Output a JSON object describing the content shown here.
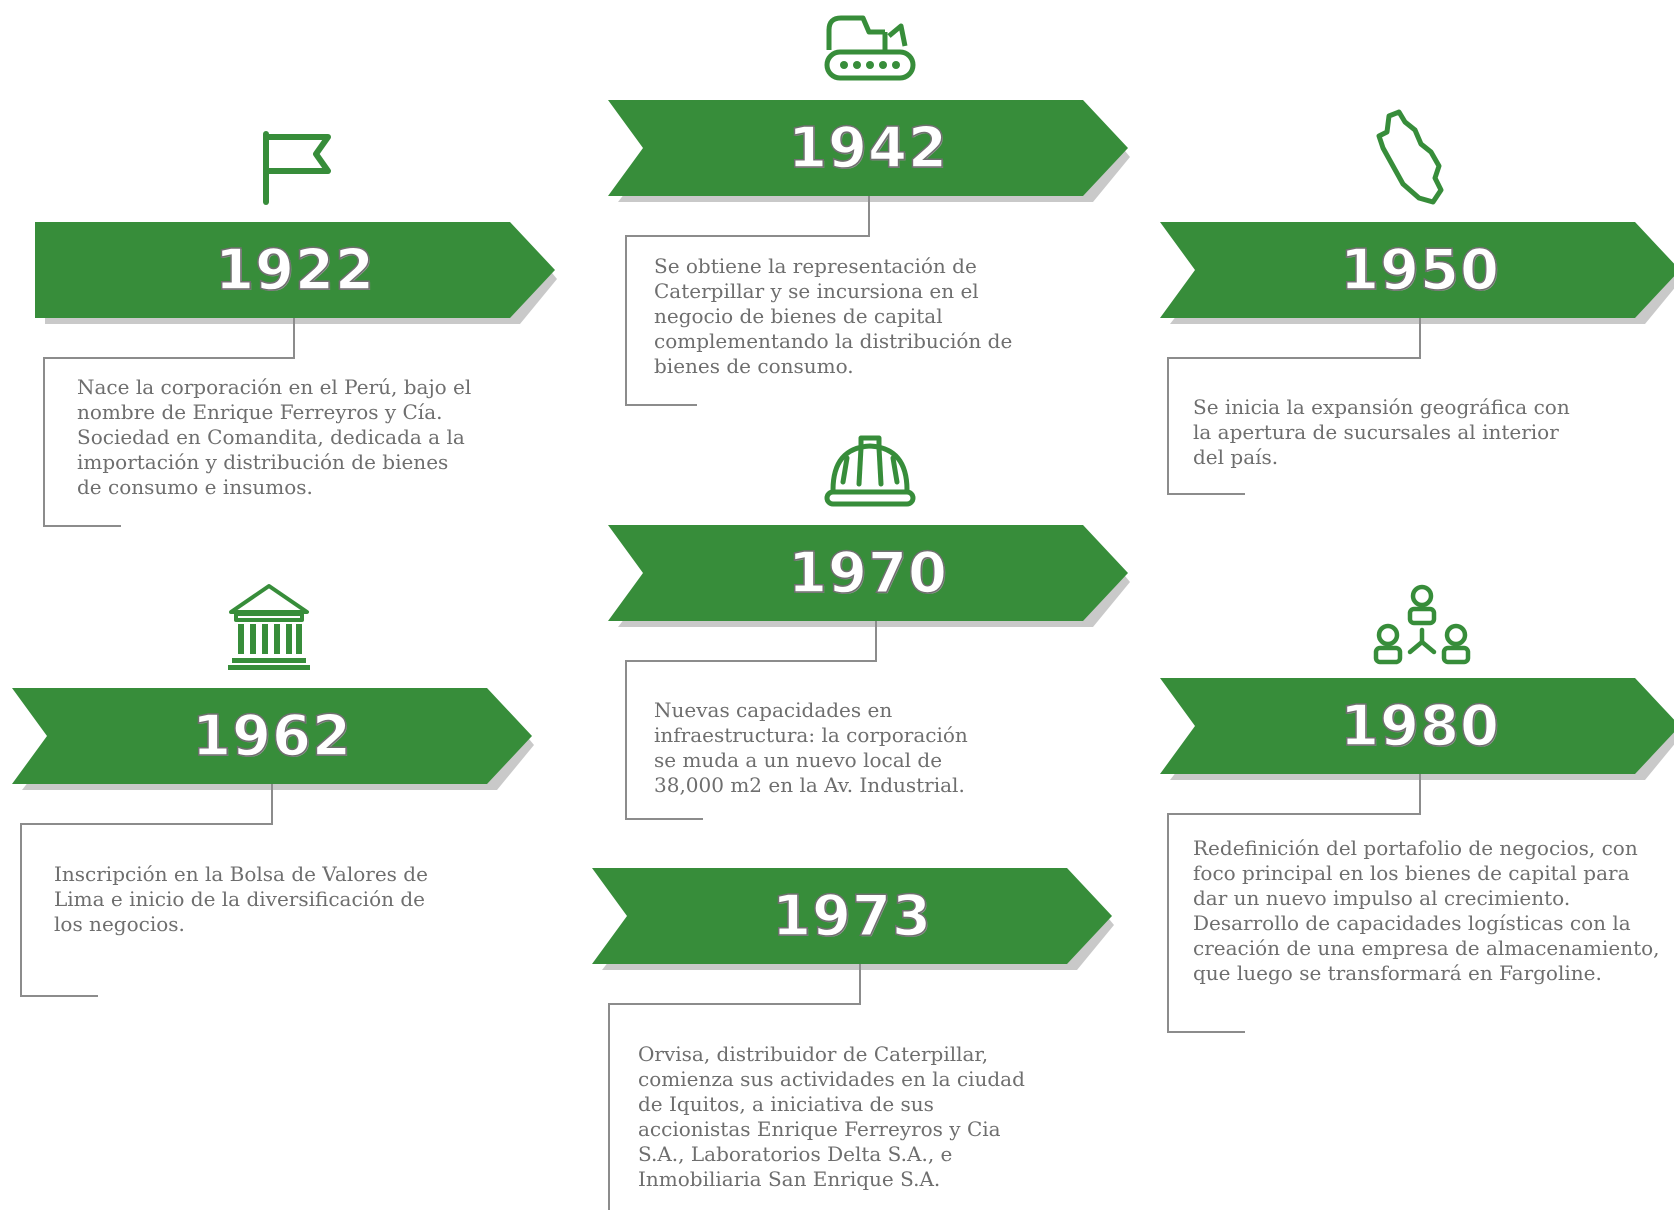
{
  "colors": {
    "green": "#378d3a",
    "shadow": "#c9c9c9",
    "line": "#8c8c8c",
    "text": "#6e6e6e"
  },
  "events": [
    {
      "year": "1922",
      "icon": "flag-icon",
      "description": "Nace la corporación en el Perú, bajo el nombre de Enrique Ferreyros y Cía. Sociedad en Comandita, dedicada a la importación y distribución de bienes de consumo e insumos."
    },
    {
      "year": "1942",
      "icon": "bulldozer-icon",
      "description": "Se obtiene la representación de Caterpillar y se incursiona en el negocio de bienes de capital complementando la distribución de bienes de consumo."
    },
    {
      "year": "1950",
      "icon": "peru-map-icon",
      "description": "Se inicia la expansión geográfica con la apertura de sucursales al interior del país."
    },
    {
      "year": "1962",
      "icon": "bank-building-icon",
      "description": "Inscripción en la Bolsa de Valores de Lima e inicio de la diversificación de los negocios."
    },
    {
      "year": "1970",
      "icon": "hard-hat-icon",
      "description": "Nuevas capacidades en infraestructura: la corporación se muda a un nuevo local de 38,000 m2 en la Av. Industrial."
    },
    {
      "year": "1973",
      "icon": "",
      "description": "Orvisa, distribuidor de Caterpillar, comienza sus actividades en la ciudad de Iquitos, a iniciativa de sus accionistas Enrique Ferreyros y Cia S.A., Laboratorios Delta S.A., e Inmobiliaria San Enrique S.A."
    },
    {
      "year": "1980",
      "icon": "people-network-icon",
      "description": "Redefinición del portafolio de negocios, con foco principal en los bienes de capital para dar un nuevo impulso al crecimiento. Desarrollo de capacidades logísticas con la creación de una empresa de almacenamiento, que luego se transformará en Fargoline."
    }
  ]
}
